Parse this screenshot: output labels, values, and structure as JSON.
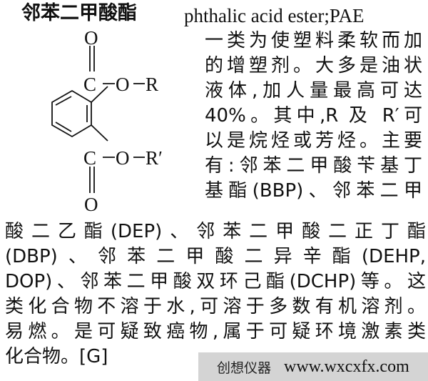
{
  "entry": {
    "term_cn": "邻苯二甲酸酯",
    "term_en": "phthalic acid ester;PAE",
    "structure": {
      "atoms": {
        "o_top": "O",
        "c_top": "C",
        "o_top_ester": "O",
        "r_top": "R",
        "c_bottom": "C",
        "o_bottom_ester": "O",
        "r_bottom": "R′",
        "o_bottom": "O"
      }
    },
    "right_column_lines": [
      "一类为使塑料柔软而加",
      "的增塑剂。大多是油状",
      "液体,加人量最高可达",
      "40%。其中,R 及 R′可",
      "以是烷烃或芳烃。主要",
      "有:邻苯二甲酸苄基丁",
      "基酯(BBP)、邻苯二甲"
    ],
    "full_width_lines": [
      "酸二乙酯(DEP)、邻苯二甲酸二正丁酯",
      "(DBP)、邻苯二甲酸二异辛酯(DEHP,",
      "DOP)、邻苯二甲酸双环己酯(DCHP)等。这",
      "类化合物不溶于水,可溶于多数有机溶剂。",
      "易燃。是可疑致癌物,属于可疑环境激素类",
      "化合物。[G]"
    ]
  },
  "watermark": {
    "brand": "创想仪器",
    "url": "www.wxcxfx.com",
    "background": "#d4d4d4"
  }
}
